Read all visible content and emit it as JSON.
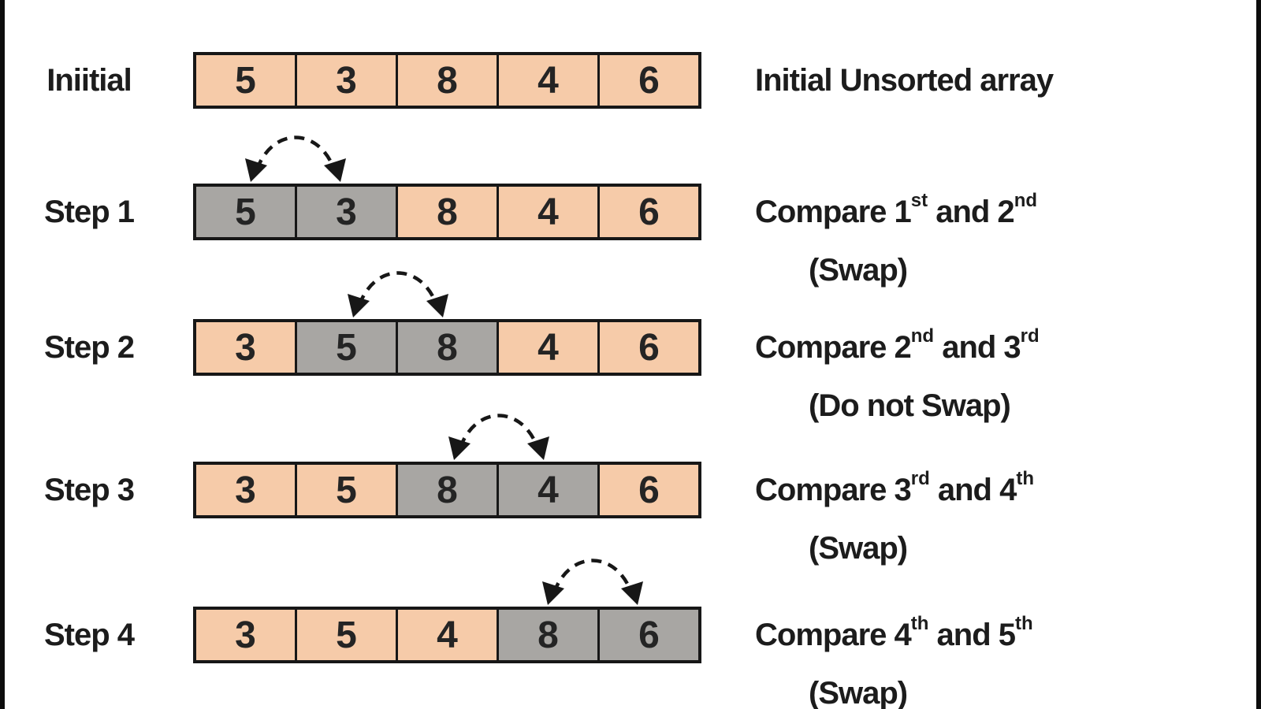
{
  "colors": {
    "cell-normal": "#f6cba9",
    "cell-compare": "#a8a6a3",
    "line": "#171717",
    "text": "#1c1c1c"
  },
  "diagram": {
    "rows": [
      {
        "label": "Iniitial",
        "cells": [
          {
            "v": "5",
            "state": "normal"
          },
          {
            "v": "3",
            "state": "normal"
          },
          {
            "v": "8",
            "state": "normal"
          },
          {
            "v": "4",
            "state": "normal"
          },
          {
            "v": "6",
            "state": "normal"
          }
        ],
        "desc": {
          "pre": "Initial Unsorted array",
          "sup1": "",
          "mid": "",
          "sup2": "",
          "note": ""
        }
      },
      {
        "label": "Step 1",
        "cells": [
          {
            "v": "5",
            "state": "compare"
          },
          {
            "v": "3",
            "state": "compare"
          },
          {
            "v": "8",
            "state": "normal"
          },
          {
            "v": "4",
            "state": "normal"
          },
          {
            "v": "6",
            "state": "normal"
          }
        ],
        "desc": {
          "pre": "Compare 1",
          "sup1": "st",
          "mid": " and 2",
          "sup2": "nd",
          "note": "(Swap)"
        }
      },
      {
        "label": "Step 2",
        "cells": [
          {
            "v": "3",
            "state": "normal"
          },
          {
            "v": "5",
            "state": "compare"
          },
          {
            "v": "8",
            "state": "compare"
          },
          {
            "v": "4",
            "state": "normal"
          },
          {
            "v": "6",
            "state": "normal"
          }
        ],
        "desc": {
          "pre": "Compare 2",
          "sup1": "nd",
          "mid": " and 3",
          "sup2": "rd",
          "note": "(Do not Swap)"
        }
      },
      {
        "label": "Step 3",
        "cells": [
          {
            "v": "3",
            "state": "normal"
          },
          {
            "v": "5",
            "state": "normal"
          },
          {
            "v": "8",
            "state": "compare"
          },
          {
            "v": "4",
            "state": "compare"
          },
          {
            "v": "6",
            "state": "normal"
          }
        ],
        "desc": {
          "pre": "Compare 3",
          "sup1": "rd",
          "mid": " and 4",
          "sup2": "th",
          "note": "(Swap)"
        }
      },
      {
        "label": "Step 4",
        "cells": [
          {
            "v": "3",
            "state": "normal"
          },
          {
            "v": "5",
            "state": "normal"
          },
          {
            "v": "4",
            "state": "normal"
          },
          {
            "v": "8",
            "state": "compare"
          },
          {
            "v": "6",
            "state": "compare"
          }
        ],
        "desc": {
          "pre": "Compare 4",
          "sup1": "th",
          "mid": " and 5",
          "sup2": "th",
          "note": "(Swap)"
        }
      }
    ]
  }
}
